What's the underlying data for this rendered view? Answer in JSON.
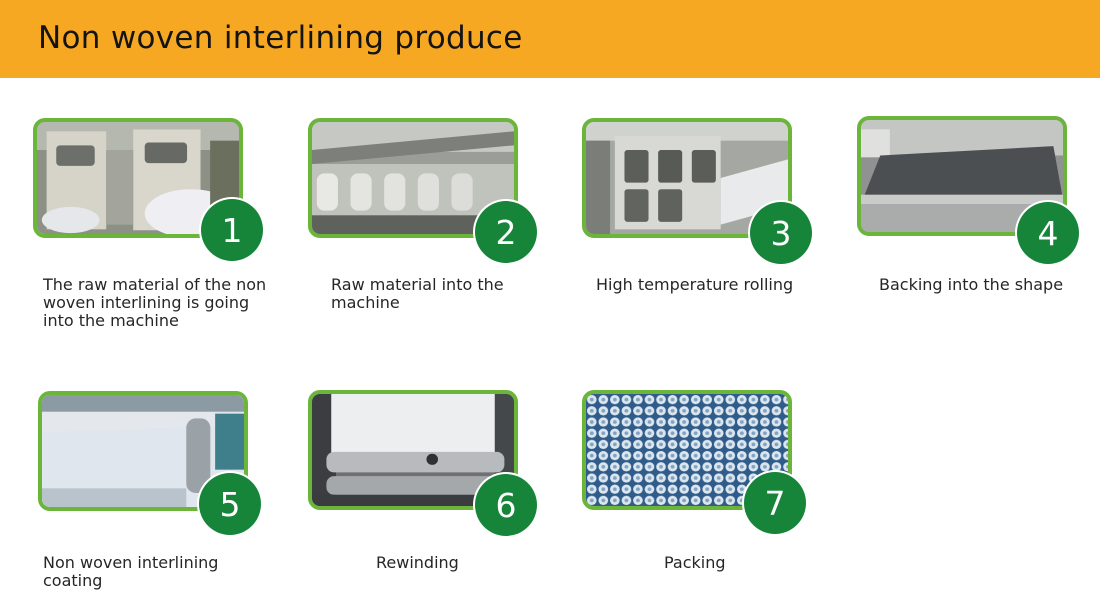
{
  "header": {
    "title": "Non woven interlining produce"
  },
  "steps": [
    {
      "number": "1",
      "caption": "The raw material of the non woven interlining is going into the machine",
      "image": "bale-opener-machines-photo"
    },
    {
      "number": "2",
      "caption": "Raw material into the machine",
      "image": "carding-line-photo"
    },
    {
      "number": "3",
      "caption": "High temperature rolling",
      "image": "rolling-machine-photo"
    },
    {
      "number": "4",
      "caption": "Backing into the shape",
      "image": "fabric-sheet-roller-photo"
    },
    {
      "number": "5",
      "caption": "Non woven interlining coating",
      "image": "coating-roller-photo"
    },
    {
      "number": "6",
      "caption": "Rewinding",
      "image": "rewinding-roller-photo"
    },
    {
      "number": "7",
      "caption": "Packing",
      "image": "packed-rolls-stack-photo"
    }
  ],
  "colors": {
    "header_bg": "#f7a823",
    "photo_border": "#6ab53a",
    "badge_bg": "#16853a",
    "badge_text": "#ffffff"
  }
}
